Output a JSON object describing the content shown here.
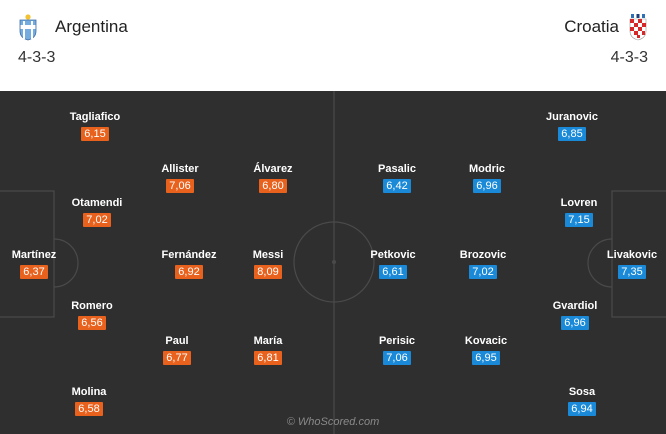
{
  "home": {
    "name": "Argentina",
    "formation": "4-3-3",
    "color": "#e8621e",
    "crest_icon": "argentina-crest-icon",
    "players": [
      {
        "name": "Martínez",
        "rating": "6,37"
      },
      {
        "name": "Tagliafico",
        "rating": "6,15"
      },
      {
        "name": "Otamendi",
        "rating": "7,02"
      },
      {
        "name": "Romero",
        "rating": "6,56"
      },
      {
        "name": "Molina",
        "rating": "6,58"
      },
      {
        "name": "Allister",
        "rating": "7,06"
      },
      {
        "name": "Fernández",
        "rating": "6,92"
      },
      {
        "name": "Paul",
        "rating": "6,77"
      },
      {
        "name": "Álvarez",
        "rating": "6,80"
      },
      {
        "name": "Messi",
        "rating": "8,09"
      },
      {
        "name": "María",
        "rating": "6,81"
      }
    ]
  },
  "away": {
    "name": "Croatia",
    "formation": "4-3-3",
    "color": "#1a8ad8",
    "crest_icon": "croatia-crest-icon",
    "players": [
      {
        "name": "Livakovic",
        "rating": "7,35"
      },
      {
        "name": "Juranovic",
        "rating": "6,85"
      },
      {
        "name": "Lovren",
        "rating": "7,15"
      },
      {
        "name": "Gvardiol",
        "rating": "6,96"
      },
      {
        "name": "Sosa",
        "rating": "6,94"
      },
      {
        "name": "Modric",
        "rating": "6,96"
      },
      {
        "name": "Brozovic",
        "rating": "7,02"
      },
      {
        "name": "Kovacic",
        "rating": "6,95"
      },
      {
        "name": "Pasalic",
        "rating": "6,42"
      },
      {
        "name": "Petkovic",
        "rating": "6,61"
      },
      {
        "name": "Perisic",
        "rating": "7,06"
      }
    ]
  },
  "watermark": "© WhoScored.com"
}
